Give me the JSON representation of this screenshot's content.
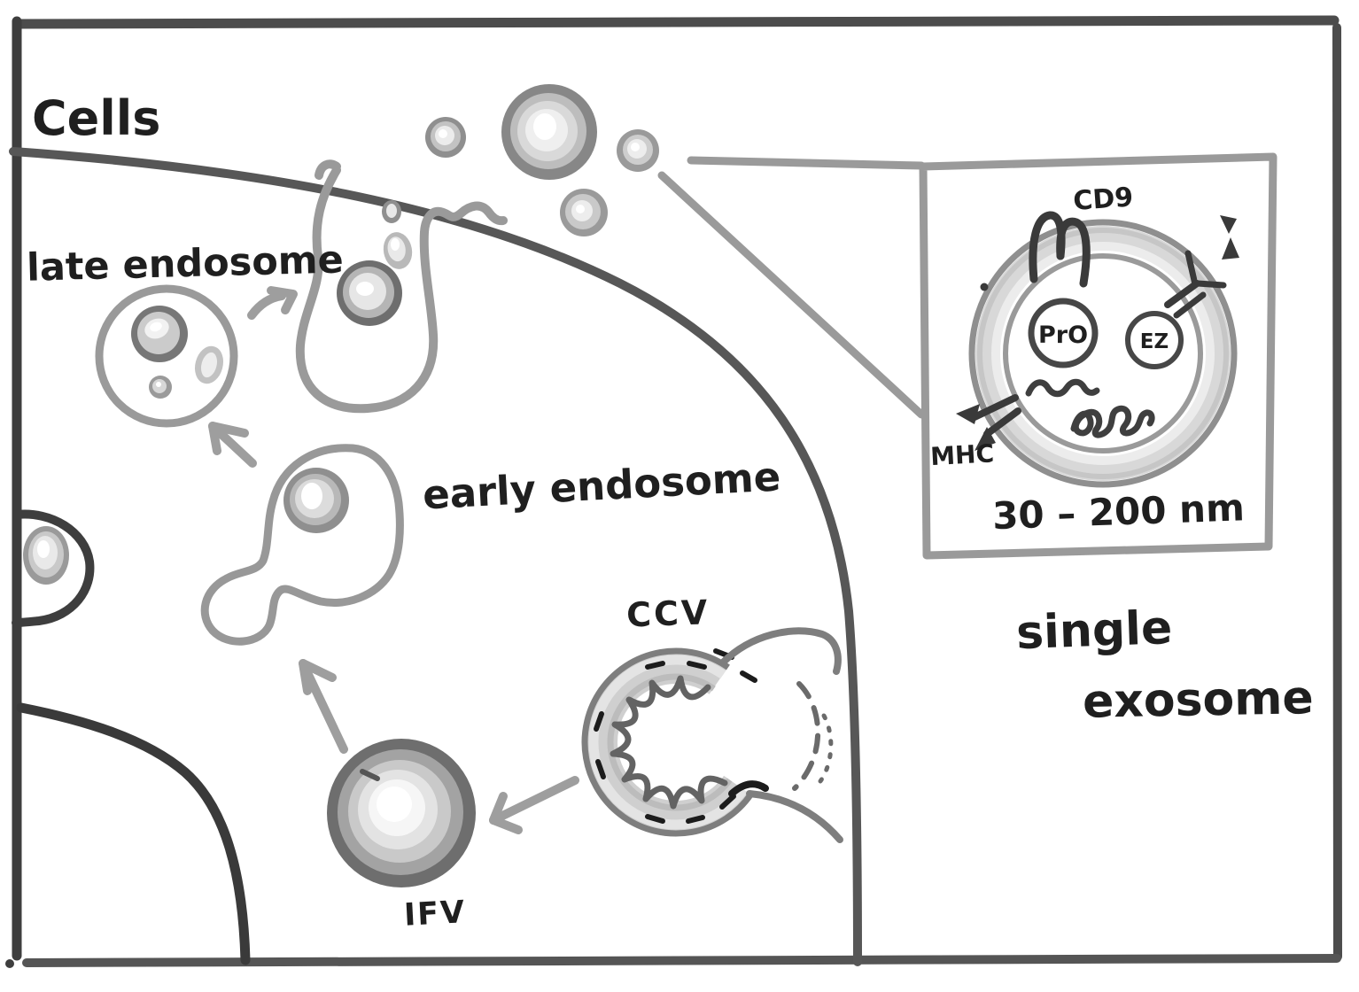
{
  "diagram": {
    "title": "Cells",
    "labels": {
      "late_endosome": "late endosome",
      "early_endosome": "early endosome",
      "ccv": "CCV",
      "ifv": "IFV",
      "single_exosome_line1": "single",
      "single_exosome_line2": "exosome"
    },
    "exosome_detail": {
      "cd9": "CD9",
      "mhc": "MHC",
      "protein": "PrO",
      "enzyme": "EZ",
      "size_range": "30 – 200 nm"
    },
    "colors": {
      "background": "#ffffff",
      "ink": "#1f1f1f",
      "frame": "#4a4a4a",
      "membrane": "#575757",
      "organelle_outline": "#989898",
      "arrow": "#9e9e9e",
      "dark_detail": "#3a3a3a",
      "vesicle_ring": "#8f8f8f",
      "vesicle_mid": "#c6c6c6",
      "vesicle_light": "#ececec",
      "clathrin_coat": "#cfcfcf"
    }
  }
}
